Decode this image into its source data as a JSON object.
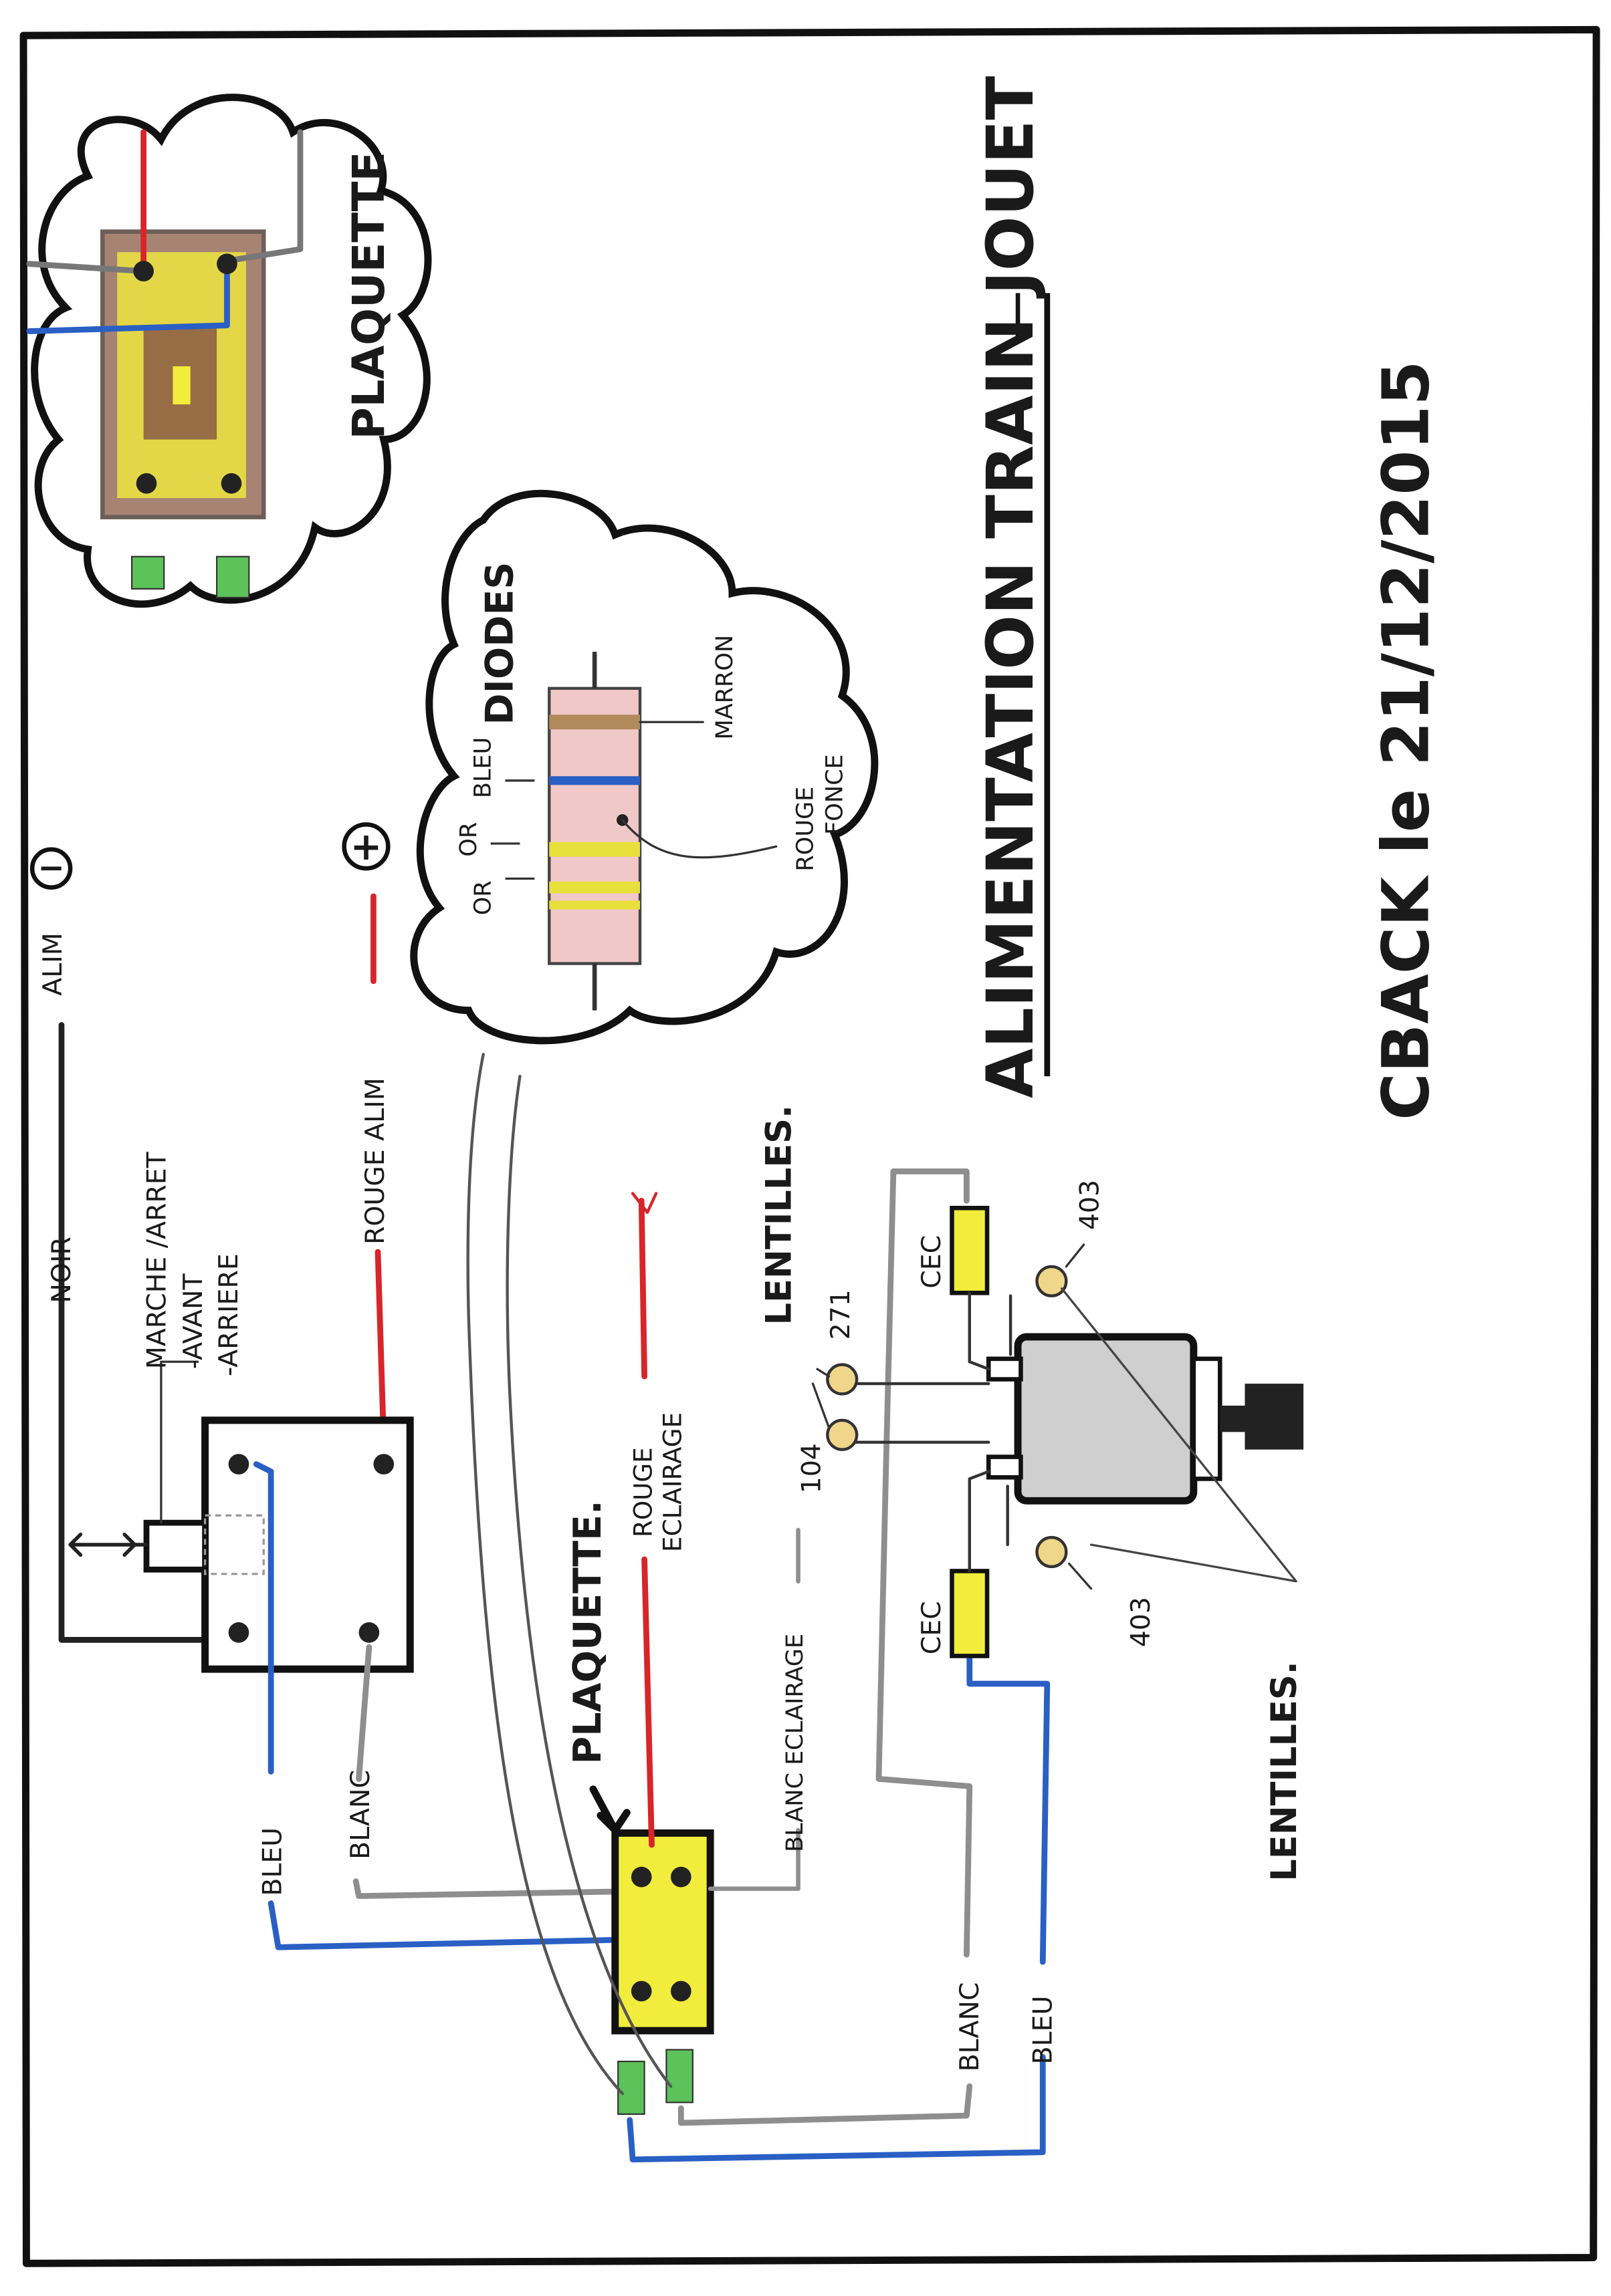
{
  "title": "ALIMENTATION TRAIN JOUET",
  "author_date": "CBACK le 21/12/2015",
  "clouds": {
    "plaquette_detail": {
      "label": "PLAQUETTE"
    },
    "diodes": {
      "label": "DIODES",
      "band_labels": [
        "OR",
        "OR",
        "BLEU"
      ],
      "marron": "MARRON",
      "rouge": "ROUGE",
      "fonce": "FONCE"
    }
  },
  "supply": {
    "minus": "−",
    "plus": "+",
    "alim": "ALIM",
    "noir": "NOIR",
    "rouge_alim": "ROUGE ALIM"
  },
  "switch": {
    "marche_arret": "MARCHE /ARRET",
    "avant": "-AVANT",
    "arriere": "-ARRIERE",
    "bleu": "BLEU",
    "blanc": "BLANC"
  },
  "board": {
    "label": "PLAQUETTE.",
    "rouge_eclairage_1": "ROUGE",
    "rouge_eclairage_2": "ECLAIRAGE",
    "blanc_eclairage": "BLANC ECLAIRAGE"
  },
  "motor_area": {
    "lentilles_top": "LENTILLES.",
    "lentilles_bottom": "LENTILLES.",
    "l271": "271",
    "l104": "104",
    "cec_top": "CEC",
    "cec_bottom": "CEC",
    "l403_top": "403",
    "l403_bottom": "403",
    "blanc": "BLANC",
    "bleu": "BLEU"
  },
  "colors": {
    "red": "#d8252a",
    "blue": "#2a5fc4",
    "grey": "#8e8e8e",
    "yellow": "#f2ec3c",
    "green": "#5cc25a",
    "brown": "#8a5a46"
  }
}
